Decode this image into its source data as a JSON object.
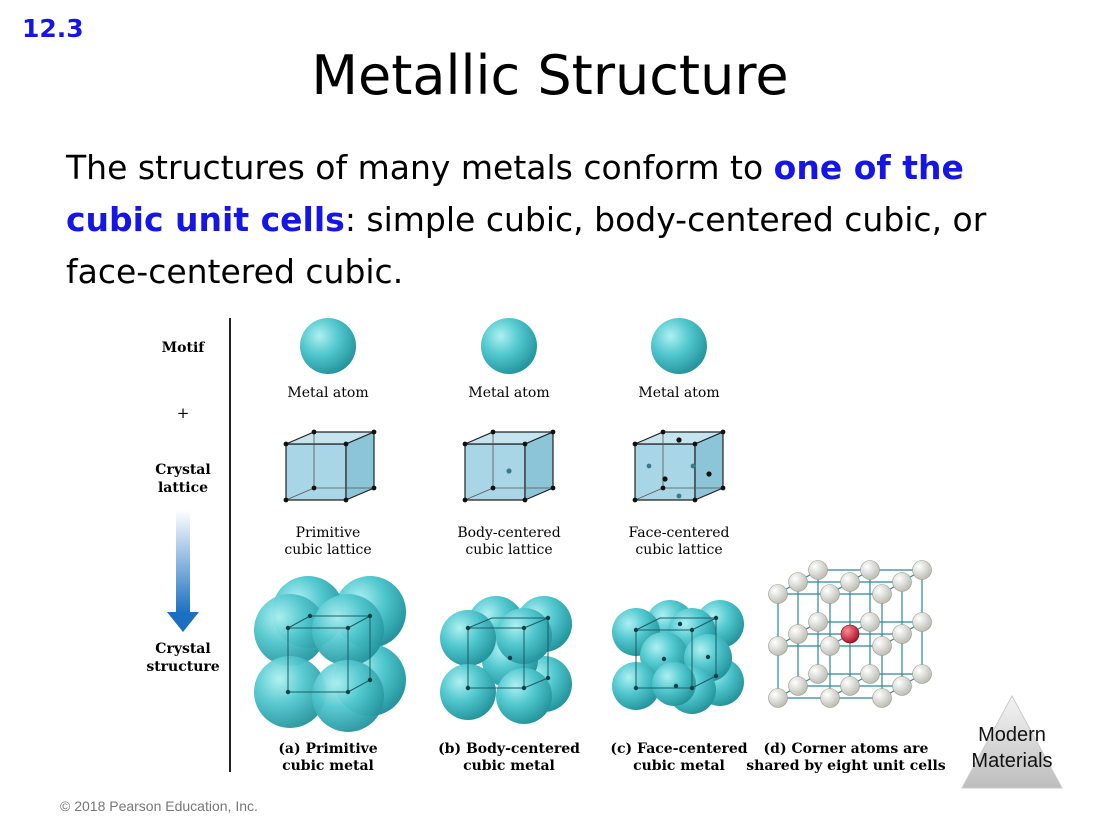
{
  "slide": {
    "section_number": "12.3",
    "title": "Metallic Structure",
    "body": {
      "part1": "The structures of many metals conform to ",
      "highlight": "one of the cubic unit cells",
      "part2": ": simple cubic, body-centered cubic, or face-centered cubic."
    },
    "copyright": "© 2018 Pearson Education, Inc.",
    "nav_button": {
      "line1": "Modern",
      "line2": "Materials"
    },
    "colors": {
      "accent": "#1515e6",
      "atom": "#4fc6cc",
      "lattice": "#a9d6e6",
      "center_atom": "#d0142c"
    }
  },
  "figure": {
    "row_labels": {
      "motif": "Motif",
      "plus": "+",
      "crystal_lattice_1": "Crystal",
      "crystal_lattice_2": "lattice",
      "crystal_structure_1": "Crystal",
      "crystal_structure_2": "structure"
    },
    "columns": [
      {
        "motif": "Metal atom",
        "lattice_1": "Primitive",
        "lattice_2": "cubic lattice",
        "structure_1": "(a) Primitive",
        "structure_2": "cubic metal"
      },
      {
        "motif": "Metal atom",
        "lattice_1": "Body-centered",
        "lattice_2": "cubic lattice",
        "structure_1": "(b) Body-centered",
        "structure_2": "cubic metal"
      },
      {
        "motif": "Metal atom",
        "lattice_1": "Face-centered",
        "lattice_2": "cubic lattice",
        "structure_1": "(c) Face-centered",
        "structure_2": "cubic metal"
      },
      {
        "structure_1": "(d) Corner atoms are",
        "structure_2": "shared by eight unit cells"
      }
    ]
  }
}
